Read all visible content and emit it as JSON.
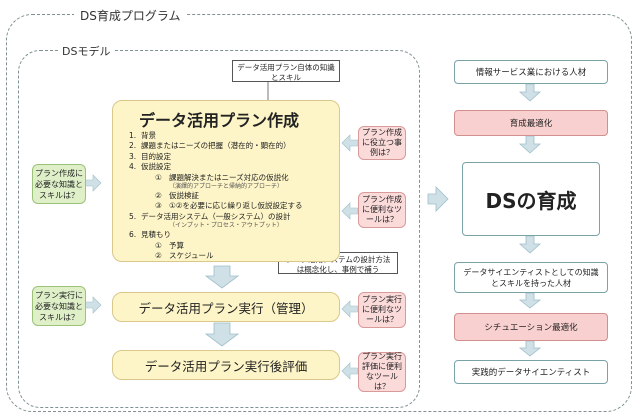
{
  "outer_label": "DS育成プログラム",
  "inner_label": "DSモデル",
  "callout_top": "データ活用プラン自体の知識とスキル",
  "callout_bottom": "データ活用システムの設計方法は概念化し、事例で補う",
  "plan_box": {
    "title": "データ活用プラン作成",
    "items": [
      {
        "num": "1.",
        "text": "背景"
      },
      {
        "num": "2.",
        "text": "課題またはニーズの把握（潜在的・顕在的）"
      },
      {
        "num": "3.",
        "text": "目的設定"
      },
      {
        "num": "4.",
        "text": "仮説設定"
      }
    ],
    "sub4": [
      {
        "num": "①",
        "text": "課題解決またはニーズ対応の仮説化",
        "note": "（演繹的アプローチと帰納的アプローチ）"
      },
      {
        "num": "②",
        "text": "仮説検証"
      },
      {
        "num": "③",
        "text": "①②を必要に応じ繰り返し仮説設定する"
      }
    ],
    "item5": {
      "num": "5.",
      "text": "データ活用システム（一般システム）の設計",
      "note": "（インプット・プロセス・アウトプット）"
    },
    "item6": {
      "num": "6.",
      "text": "見積もり"
    },
    "sub6": [
      {
        "num": "①",
        "text": "予算"
      },
      {
        "num": "②",
        "text": "スケジュール"
      }
    ]
  },
  "exec_box": "データ活用プラン実行（管理）",
  "eval_box": "データ活用プラン実行後評価",
  "green_boxes": [
    "プラン作成に必要な知識とスキルは？",
    "プラン実行に必要な知識とスキルは？"
  ],
  "red_boxes": [
    "プラン作成に役立つ事例は？",
    "プラン作成に便利なツールは？",
    "プラン実行に便利なツールは？",
    "プラン実行評価に便利なツールは？"
  ],
  "right_column": {
    "top": "情報サービス業における人材",
    "opt1": "育成最適化",
    "ds": "DSの育成",
    "mid": "データサイエンティストとしての知識とスキルを持った人材",
    "opt2": "シチュエーション最適化",
    "bottom": "実践的データサイエンティスト"
  },
  "colors": {
    "plan_fill": "#fdf5c7",
    "green_fill": "#dff0c8",
    "red_fill": "#fbdada",
    "pink_fill": "#f9d0d0",
    "arrow": "#cfe0e6",
    "dash": "#7f9193"
  }
}
